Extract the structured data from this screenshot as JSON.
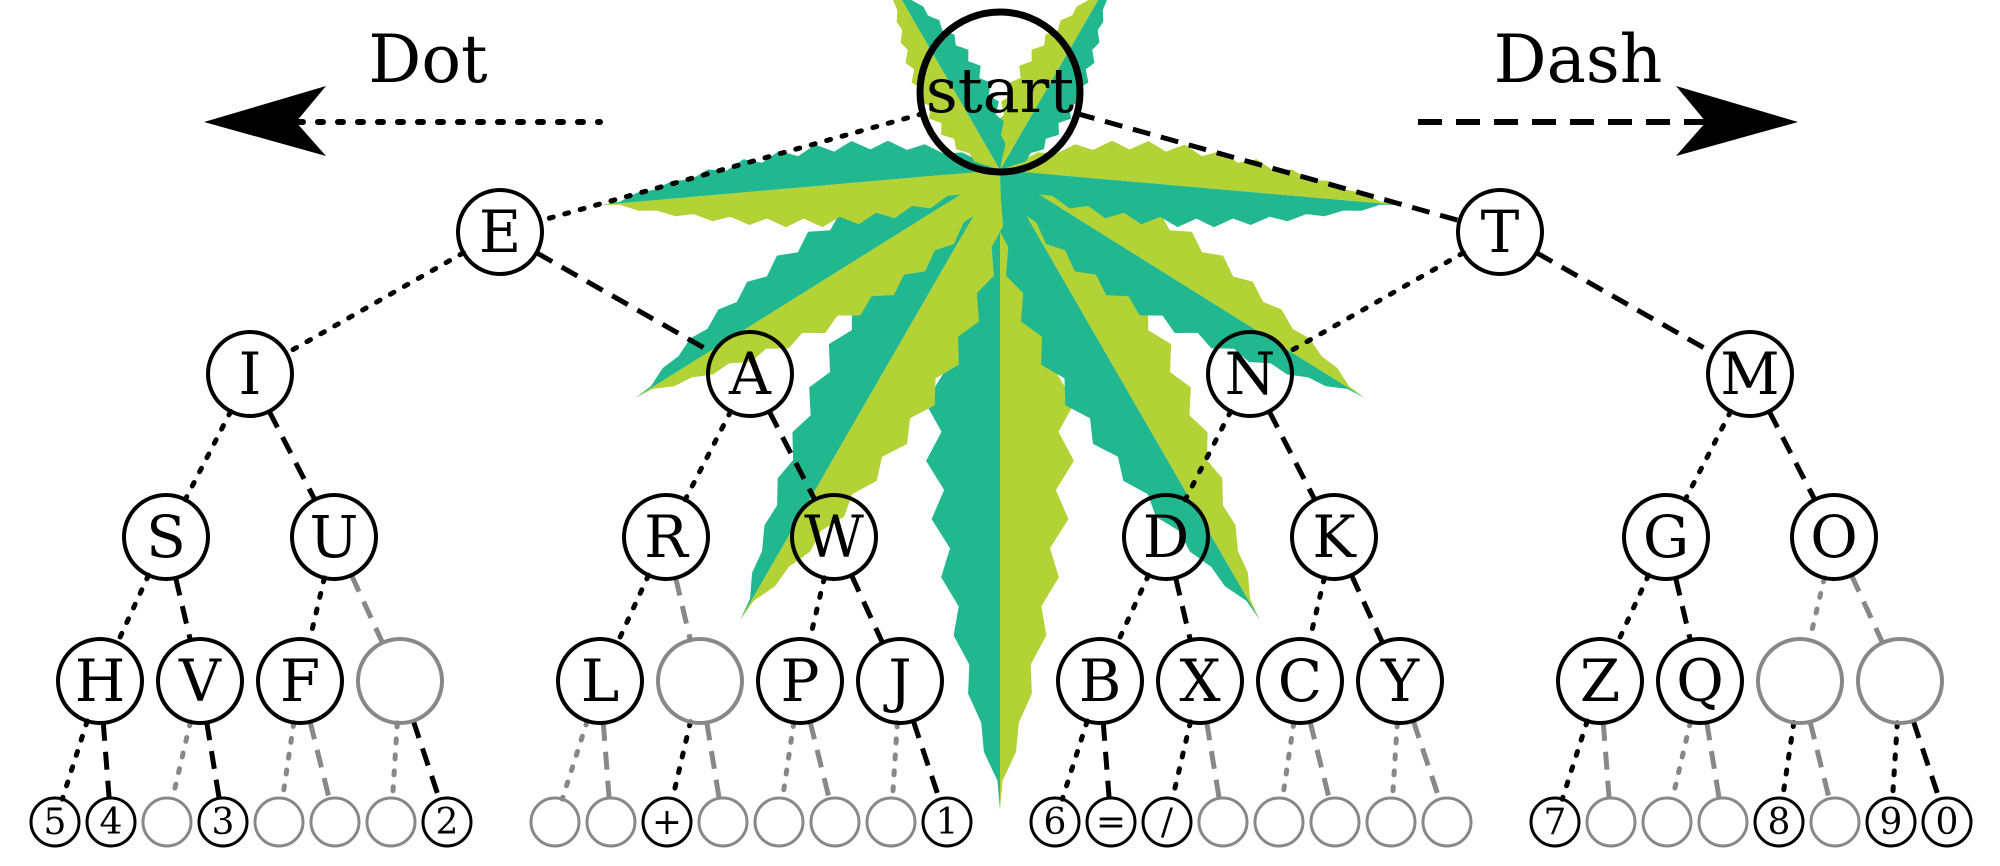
{
  "legend": {
    "dot_label": "Dot",
    "dash_label": "Dash"
  },
  "root": {
    "id": "start",
    "label": "start"
  },
  "tree": {
    "E": {
      "label": "E"
    },
    "T": {
      "label": "T"
    },
    "I": {
      "label": "I"
    },
    "A": {
      "label": "A"
    },
    "N": {
      "label": "N"
    },
    "M": {
      "label": "M"
    },
    "S": {
      "label": "S"
    },
    "U": {
      "label": "U"
    },
    "R": {
      "label": "R"
    },
    "W": {
      "label": "W"
    },
    "D": {
      "label": "D"
    },
    "K": {
      "label": "K"
    },
    "G": {
      "label": "G"
    },
    "O": {
      "label": "O"
    },
    "H": {
      "label": "H"
    },
    "V": {
      "label": "V"
    },
    "F": {
      "label": "F"
    },
    "U2": {
      "label": ""
    },
    "L": {
      "label": "L"
    },
    "R2": {
      "label": ""
    },
    "P": {
      "label": "P"
    },
    "J": {
      "label": "J"
    },
    "B": {
      "label": "B"
    },
    "X": {
      "label": "X"
    },
    "C": {
      "label": "C"
    },
    "Y": {
      "label": "Y"
    },
    "Z": {
      "label": "Z"
    },
    "Q": {
      "label": "Q"
    },
    "O1": {
      "label": ""
    },
    "O2": {
      "label": ""
    },
    "H1": {
      "label": "5"
    },
    "H2": {
      "label": "4"
    },
    "V1": {
      "label": ""
    },
    "V2": {
      "label": "3"
    },
    "F1": {
      "label": ""
    },
    "F2": {
      "label": ""
    },
    "U21": {
      "label": ""
    },
    "U22": {
      "label": "2"
    },
    "L1": {
      "label": ""
    },
    "L2": {
      "label": ""
    },
    "R21": {
      "label": "+"
    },
    "R22": {
      "label": ""
    },
    "P1": {
      "label": ""
    },
    "P2": {
      "label": ""
    },
    "J1": {
      "label": ""
    },
    "J2": {
      "label": "1"
    },
    "B1": {
      "label": "6"
    },
    "B2": {
      "label": "="
    },
    "X1": {
      "label": "/"
    },
    "X2": {
      "label": ""
    },
    "C1": {
      "label": ""
    },
    "C2": {
      "label": ""
    },
    "Y1": {
      "label": ""
    },
    "Y2": {
      "label": ""
    },
    "Z1": {
      "label": "7"
    },
    "Z2": {
      "label": ""
    },
    "Q1": {
      "label": ""
    },
    "Q2": {
      "label": ""
    },
    "O11": {
      "label": "8"
    },
    "O12": {
      "label": ""
    },
    "O21": {
      "label": "9"
    },
    "O22": {
      "label": "0"
    }
  },
  "colors": {
    "leaf_dark": "#21b890",
    "leaf_light": "#b2d235",
    "stroke": "#000000",
    "empty_stroke": "#888888"
  }
}
